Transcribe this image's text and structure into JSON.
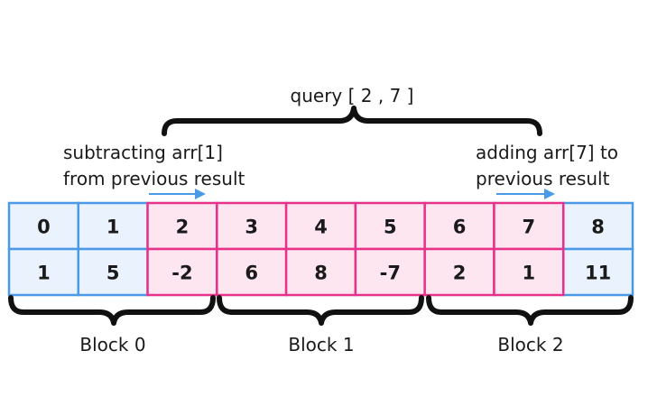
{
  "query": {
    "label": "query [ 2 , 7 ]"
  },
  "left_note": {
    "line1": "subtracting arr[1]",
    "line2": "from previous result"
  },
  "right_note": {
    "line1": "adding arr[7] to",
    "line2": "previous result"
  },
  "array": {
    "indices": [
      "0",
      "1",
      "2",
      "3",
      "4",
      "5",
      "6",
      "7",
      "8"
    ],
    "values": [
      "1",
      "5",
      "-2",
      "6",
      "8",
      "-7",
      "2",
      "1",
      "11"
    ],
    "highlighted_range": [
      2,
      7
    ]
  },
  "blocks": [
    {
      "label": "Block 0",
      "from": 0,
      "to": 2
    },
    {
      "label": "Block 1",
      "from": 3,
      "to": 5
    },
    {
      "label": "Block 2",
      "from": 6,
      "to": 8
    }
  ],
  "colors": {
    "normal_fill": "#eaf2fd",
    "normal_stroke": "#4a9ae8",
    "highlight_fill": "#fde6ef",
    "highlight_stroke": "#e8318a",
    "arrow": "#4a9ae8",
    "brace": "#111111"
  }
}
